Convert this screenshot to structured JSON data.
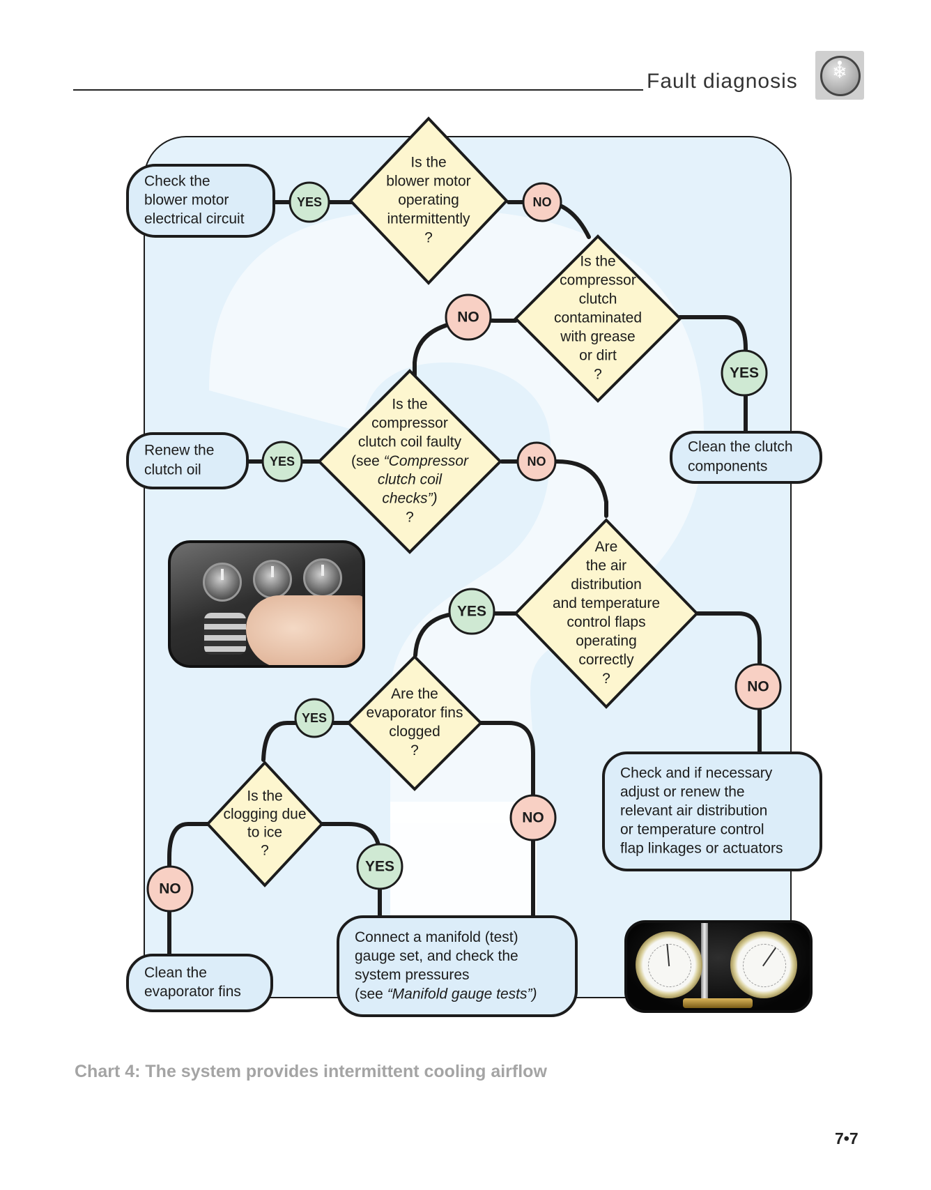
{
  "header": {
    "title": "Fault diagnosis",
    "badge_icon": "snowflake-icon"
  },
  "nodes": {
    "check_blower": [
      "Check the",
      "blower motor",
      "electrical circuit"
    ],
    "q_blower": [
      "Is the",
      "blower motor",
      "operating",
      "intermittently",
      "?"
    ],
    "q_clutch_contam": [
      "Is the",
      "compressor",
      "clutch",
      "contaminated",
      "with grease",
      "or dirt",
      "?"
    ],
    "clean_clutch": [
      "Clean the clutch",
      "components"
    ],
    "q_coil": [
      "Is the",
      "compressor",
      "clutch coil faulty",
      "(see “Compressor",
      "clutch coil",
      "checks”)",
      "?"
    ],
    "renew_oil": [
      "Renew the",
      "clutch oil"
    ],
    "q_flaps": [
      "Are",
      "the air",
      "distribution",
      "and temperature",
      "control flaps",
      "operating",
      "correctly",
      "?"
    ],
    "q_fins": [
      "Are the",
      "evaporator fins",
      "clogged",
      "?"
    ],
    "check_flaps": [
      "Check and if necessary",
      "adjust or renew the",
      "relevant air distribution",
      "or temperature control",
      "flap linkages or actuators"
    ],
    "q_ice": [
      "Is the",
      "clogging due",
      "to ice",
      "?"
    ],
    "clean_fins": [
      "Clean the",
      "evaporator fins"
    ],
    "manifold": [
      "Connect a manifold (test)",
      "gauge set, and check the",
      "system pressures",
      "(see “Manifold gauge tests”)"
    ]
  },
  "labels": {
    "yes": "YES",
    "no": "NO"
  },
  "caption": "Chart 4: The system provides intermittent cooling airflow",
  "page_number": "7•7",
  "colors": {
    "panel": "#e4f2fb",
    "panel_watermark": "#ffffff",
    "diamond": "#fdf6cf",
    "box": "#dcedf9",
    "yes": "#cfe9d3",
    "no": "#f8d0c4",
    "outline": "#1c1c1c",
    "caption": "#a4a4a4"
  }
}
